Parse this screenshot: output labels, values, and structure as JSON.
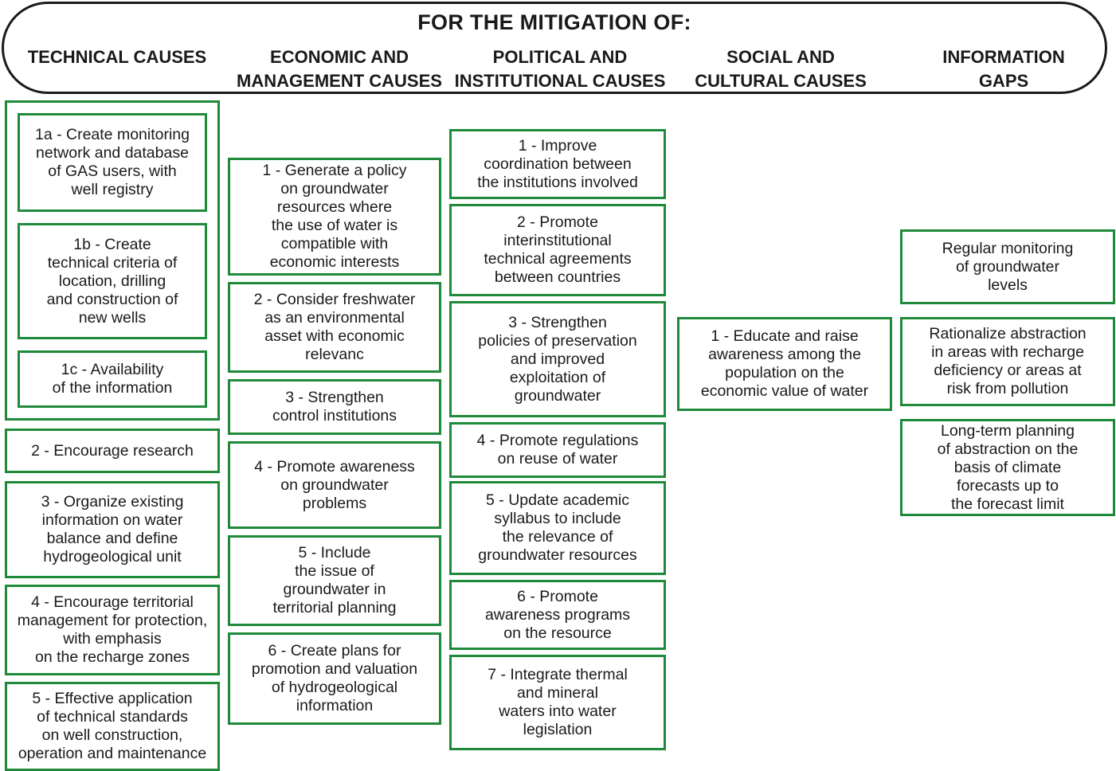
{
  "header": {
    "title": "FOR THE MITIGATION OF:",
    "columns": [
      "TECHNICAL CAUSES",
      "ECONOMIC AND\nMANAGEMENT CAUSES",
      "POLITICAL AND\nINSTITUTIONAL CAUSES",
      "SOCIAL AND\nCULTURAL CAUSES",
      "INFORMATION\nGAPS"
    ]
  },
  "technical": {
    "item_1a": "1a - Create monitoring\nnetwork and database\nof GAS users, with\nwell registry",
    "item_1b": "1b - Create\ntechnical criteria of\nlocation, drilling\nand construction of\nnew wells",
    "item_1c": "1c - Availability\nof the information",
    "item_2": "2 - Encourage research",
    "item_3": "3 - Organize existing\ninformation on water\nbalance and define\nhydrogeological unit",
    "item_4": "4 - Encourage territorial\nmanagement for protection,\nwith emphasis\non the recharge zones",
    "item_5": "5 - Effective application\nof technical standards\non well construction,\noperation and maintenance"
  },
  "economic": {
    "item_1": "1 - Generate a policy\non groundwater\nresources where\nthe use of water is\ncompatible with\neconomic interests",
    "item_2": "2 - Consider freshwater\nas an environmental\nasset with economic\nrelevanc",
    "item_3": "3 - Strengthen\ncontrol institutions",
    "item_4": "4 - Promote awareness\non groundwater\nproblems",
    "item_5": "5 - Include\nthe issue of\ngroundwater in\nterritorial planning",
    "item_6": "6 - Create plans for\npromotion and valuation\nof hydrogeological\ninformation"
  },
  "political": {
    "item_1": "1 - Improve\ncoordination between\nthe institutions involved",
    "item_2": "2 - Promote\ninterinstitutional\ntechnical agreements\nbetween countries",
    "item_3": "3 - Strengthen\npolicies of preservation\nand improved\nexploitation of\ngroundwater",
    "item_4": "4 - Promote regulations\non reuse of water",
    "item_5": "5 - Update academic\nsyllabus to include\nthe relevance of\ngroundwater resources",
    "item_6": "6 - Promote\nawareness programs\non the resource",
    "item_7": "7 - Integrate thermal\nand mineral\nwaters into water\nlegislation"
  },
  "social": {
    "item_1": "1 - Educate and raise\nawareness among the\npopulation on the\neconomic value of water"
  },
  "information": {
    "item_1": "Regular monitoring\nof groundwater\nlevels",
    "item_2": "Rationalize abstraction\nin areas with recharge\ndeficiency or areas at\nrisk from pollution",
    "item_3": "Long-term planning\nof abstraction on the\nbasis of climate\nforecasts up to\nthe forecast limit"
  },
  "colors": {
    "box_border": "#1e8a3a",
    "header_border": "#1a1a1a"
  }
}
